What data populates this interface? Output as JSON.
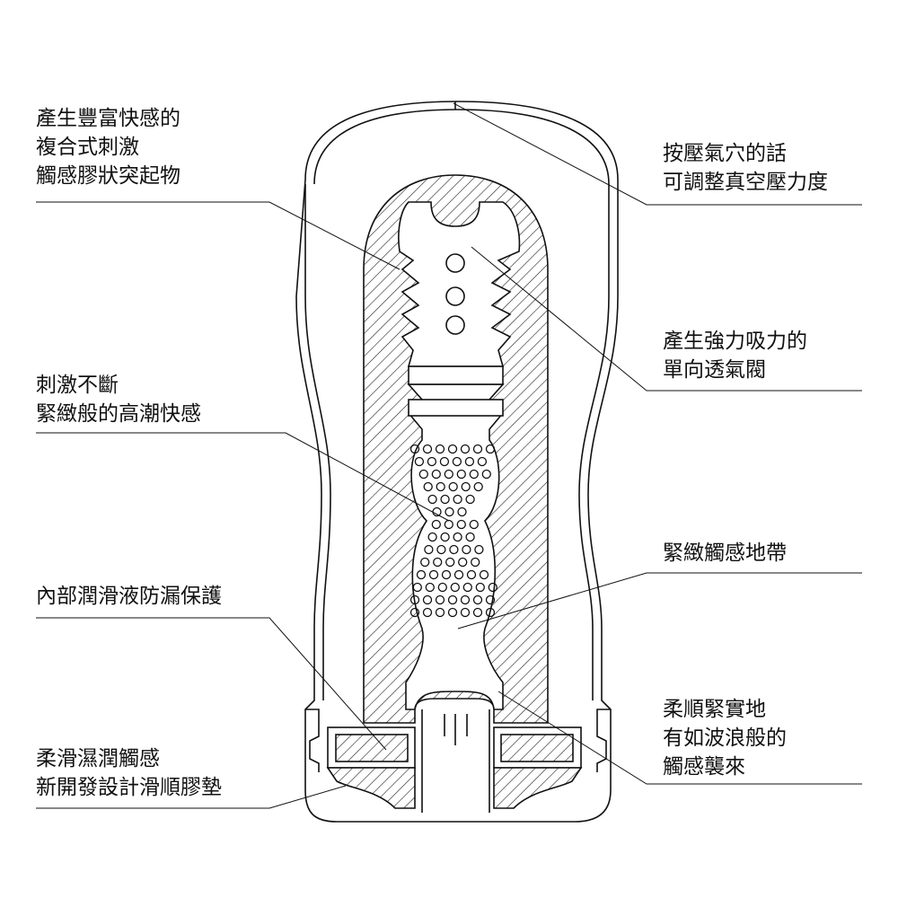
{
  "labels": {
    "left": [
      {
        "lines": [
          "產生豐富快感的",
          "複合式刺激",
          "觸感膠狀突起物"
        ]
      },
      {
        "lines": [
          "刺激不斷",
          "緊緻般的高潮快感"
        ]
      },
      {
        "lines": [
          "內部潤滑液防漏保護"
        ]
      },
      {
        "lines": [
          "柔滑濕潤觸感",
          "新開發設計滑順膠墊"
        ]
      }
    ],
    "right": [
      {
        "lines": [
          "按壓氣穴的話",
          "可調整真空壓力度"
        ]
      },
      {
        "lines": [
          "產生強力吸力的",
          "單向透氣閥"
        ]
      },
      {
        "lines": [
          "緊緻觸感地帶"
        ]
      },
      {
        "lines": [
          "柔順緊實地",
          "有如波浪般的",
          "觸感襲來"
        ]
      }
    ]
  },
  "colors": {
    "line": "#111111",
    "background": "#ffffff"
  }
}
